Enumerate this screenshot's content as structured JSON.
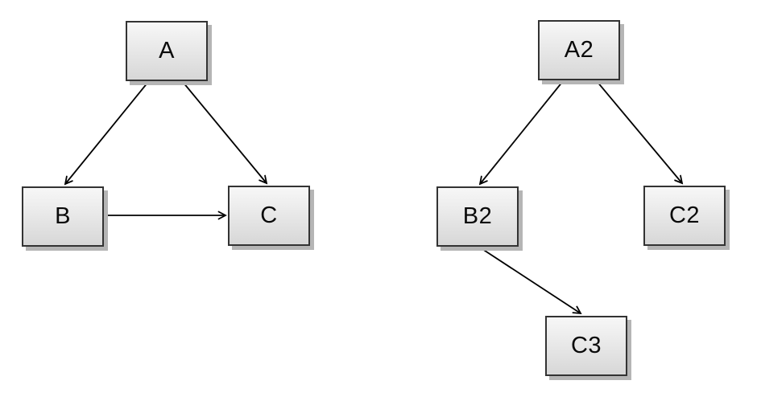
{
  "diagram": {
    "background_color": "#ffffff",
    "node_style": {
      "fill_top": "#f7f7f7",
      "fill_bottom": "#d7d7d7",
      "border_color": "#333333",
      "shadow_color": "#b5b5b5",
      "text_color": "#0a0a0a"
    },
    "edge_style": {
      "line_color": "#000000",
      "arrowhead": "open-v"
    }
  },
  "nodes": {
    "A": {
      "label": "A"
    },
    "B": {
      "label": "B"
    },
    "C": {
      "label": "C"
    },
    "A2": {
      "label": "A2"
    },
    "B2": {
      "label": "B2"
    },
    "C2": {
      "label": "C2"
    },
    "C3": {
      "label": "C3"
    }
  },
  "edges": [
    {
      "from": "A",
      "to": "B"
    },
    {
      "from": "A",
      "to": "C"
    },
    {
      "from": "B",
      "to": "C"
    },
    {
      "from": "A2",
      "to": "B2"
    },
    {
      "from": "A2",
      "to": "C2"
    },
    {
      "from": "B2",
      "to": "C3"
    }
  ],
  "graphs": [
    {
      "name": "left-graph",
      "node_ids": [
        "A",
        "B",
        "C"
      ]
    },
    {
      "name": "right-graph",
      "node_ids": [
        "A2",
        "B2",
        "C2",
        "C3"
      ]
    }
  ]
}
